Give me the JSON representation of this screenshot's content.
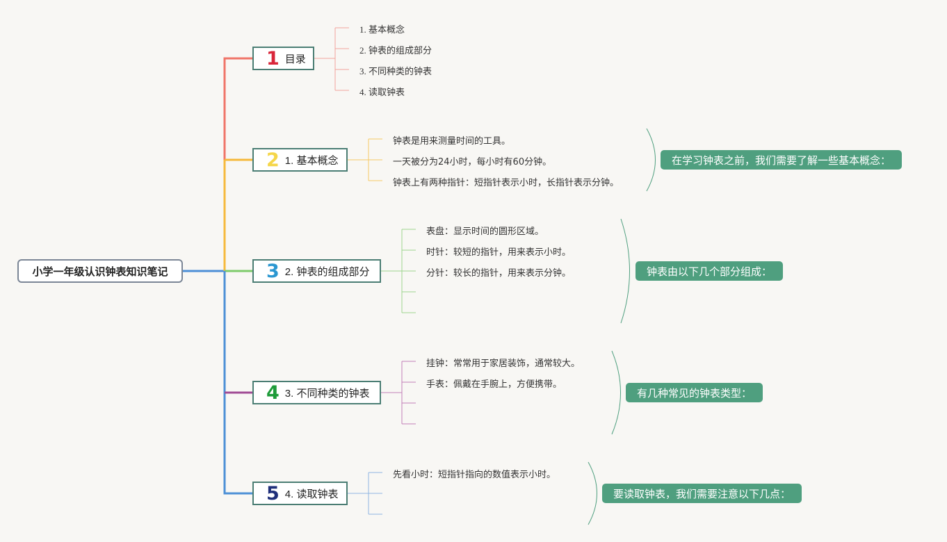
{
  "root": {
    "title": "小学一年级认识钟表知识笔记"
  },
  "colors": {
    "branch1": "#f07468",
    "branch2": "#f6b93b",
    "branch3": "#7ecb6a",
    "branch4": "#a04a94",
    "branch5": "#4c8fd6",
    "note_bg": "#4f9f7f",
    "box_border": "#4a7d73"
  },
  "branches": [
    {
      "number": "1",
      "label": "目录",
      "items": [
        "1. 基本概念",
        "2. 钟表的组成部分",
        "3. 不同种类的钟表",
        "4. 读取钟表"
      ]
    },
    {
      "number": "2",
      "label": "1. 基本概念",
      "items": [
        "钟表是用来测量时间的工具。",
        "一天被分为24小时，每小时有60分钟。",
        "钟表上有两种指针：短指针表示小时，长指针表示分钟。"
      ],
      "note": "在学习钟表之前，我们需要了解一些基本概念："
    },
    {
      "number": "3",
      "label": "2. 钟表的组成部分",
      "items": [
        "表盘：显示时间的圆形区域。",
        "时针：较短的指针，用来表示小时。",
        "分针：较长的指针，用来表示分钟。",
        "",
        ""
      ],
      "note": "钟表由以下几个部分组成："
    },
    {
      "number": "4",
      "label": "3. 不同种类的钟表",
      "items": [
        "挂钟：常常用于家居装饰，通常较大。",
        "手表：佩戴在手腕上，方便携带。",
        "",
        ""
      ],
      "note": "有几种常见的钟表类型："
    },
    {
      "number": "5",
      "label": "4. 读取钟表",
      "items": [
        "先看小时：短指针指向的数值表示小时。",
        "",
        ""
      ],
      "note": "要读取钟表，我们需要注意以下几点："
    }
  ]
}
